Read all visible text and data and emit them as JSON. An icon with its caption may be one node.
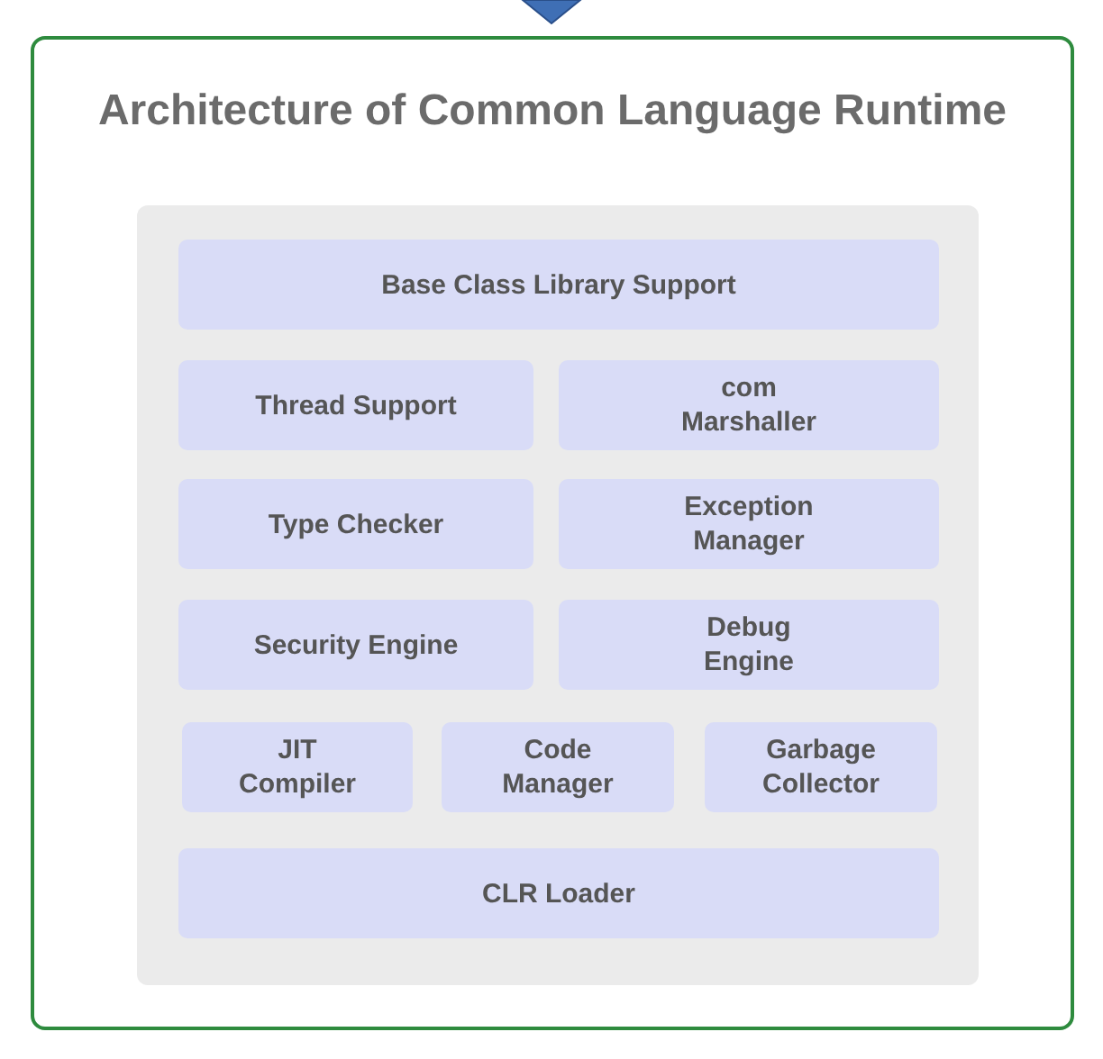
{
  "diagram": {
    "title": "Architecture of Common Language Runtime",
    "nodes": [
      {
        "text": [],
        "shape": "box"
      },
      {
        "text": [],
        "shape": "box",
        "in": 0
      },
      {
        "text": [
          "Base Class Library Support"
        ],
        "in": 1
      },
      {
        "text": [
          "Thread Support"
        ],
        "in": 1
      },
      {
        "text": [
          "com Marshaller"
        ],
        "in": 1
      },
      {
        "text": [
          "Type Checker"
        ],
        "in": 1
      },
      {
        "text": [
          "Exception Manager"
        ],
        "in": 1
      },
      {
        "text": [
          "Security Engine"
        ],
        "in": 1
      },
      {
        "text": [
          "Debug Engine"
        ],
        "in": 1
      },
      {
        "text": [
          "JIT Compiler"
        ],
        "in": 1
      },
      {
        "text": [
          "Code Manager"
        ],
        "in": 1
      },
      {
        "text": [
          "Garbage Collector"
        ],
        "in": 1
      },
      {
        "text": [
          "CLR Loader"
        ],
        "in": 1
      }
    ]
  }
}
